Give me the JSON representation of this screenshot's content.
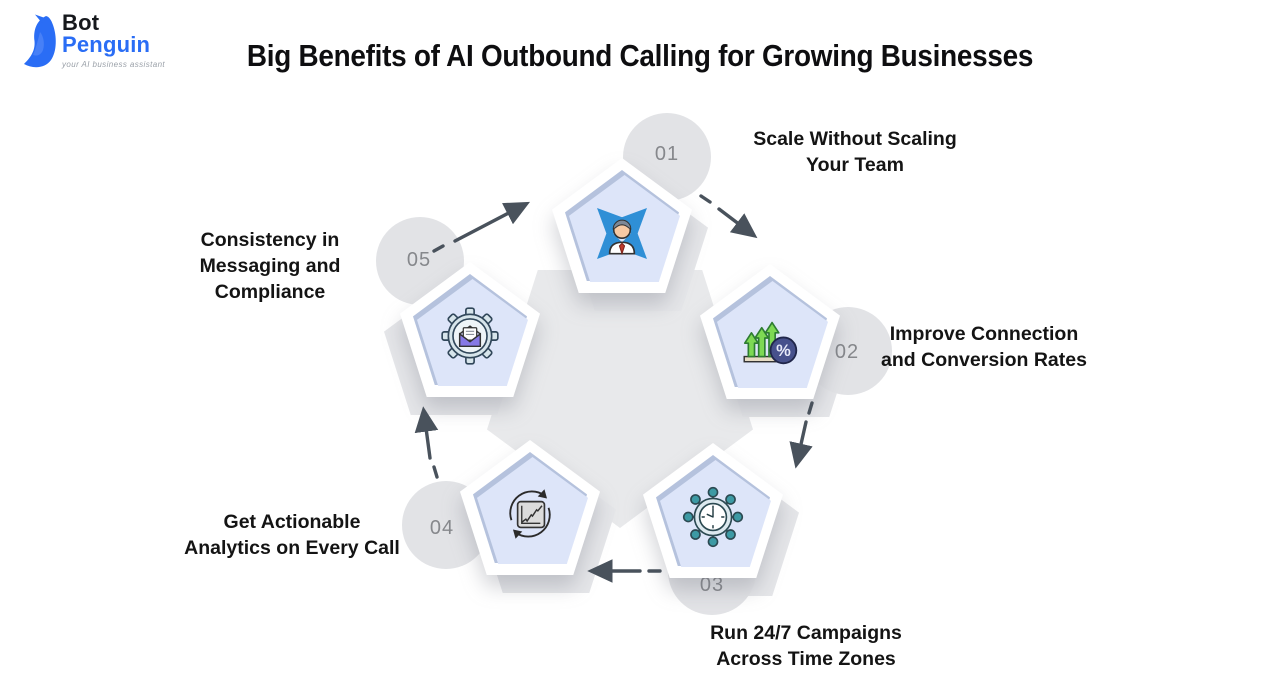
{
  "logo": {
    "name_top": "Bot",
    "name_bottom": "Penguin",
    "tagline": "your AI business assistant",
    "brand_blue": "#2a6df5"
  },
  "title": "Big Benefits of AI Outbound Calling for Growing Businesses",
  "diagram": {
    "type": "pentagon-cycle",
    "flow": "clockwise: 01 → 02 → 03 → 04 → 05 → 01",
    "items": [
      {
        "number": "01",
        "icon": "expand-person-icon",
        "lines": [
          "Scale Without Scaling",
          "Your Team"
        ]
      },
      {
        "number": "02",
        "icon": "growth-arrows-percent-icon",
        "lines": [
          "Improve Connection",
          "and Conversion Rates"
        ]
      },
      {
        "number": "03",
        "icon": "clock-network-icon",
        "lines": [
          "Run 24/7 Campaigns",
          "Across Time Zones"
        ]
      },
      {
        "number": "04",
        "icon": "analytics-cycle-chart-icon",
        "lines": [
          "Get Actionable",
          "Analytics on Every Call"
        ]
      },
      {
        "number": "05",
        "icon": "gear-envelope-icon",
        "lines": [
          "Consistency in",
          "Messaging and",
          "Compliance"
        ]
      }
    ],
    "colors": {
      "pentagon_fill": "#dde5f9",
      "pentagon_edge": "#b5c2dd",
      "node_white": "#ffffff",
      "center_gray": "#e8e9eb",
      "echo_gray": "#e5e6e9",
      "number_circle": "#e2e3e6",
      "number_text": "#86888c",
      "arrow": "#49525c",
      "label_text": "#141414",
      "title_text": "#0e0e10"
    }
  }
}
